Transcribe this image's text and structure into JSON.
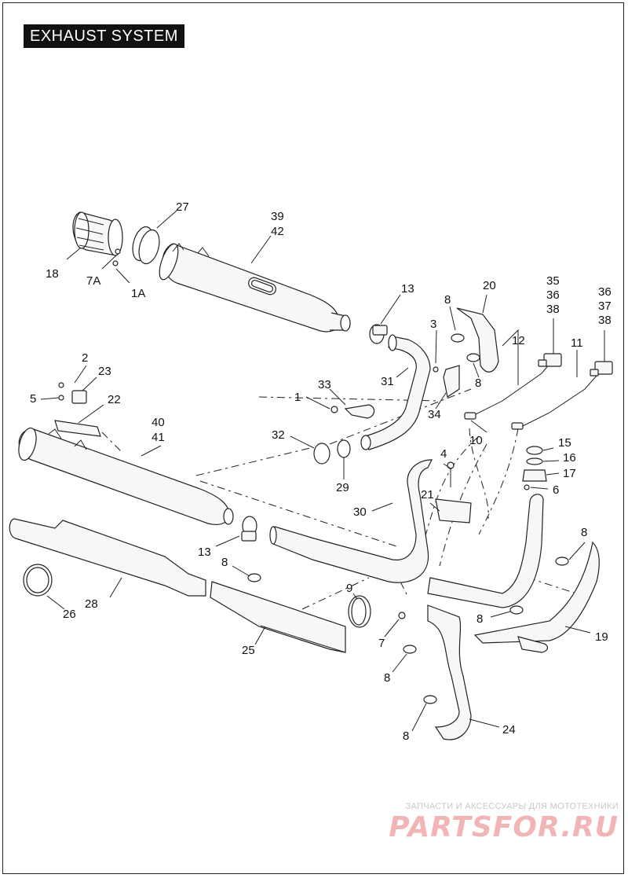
{
  "title": "EXHAUST SYSTEM",
  "labels": {
    "l1": "1",
    "l1a": "1A",
    "l2": "2",
    "l3": "3",
    "l4": "4",
    "l5": "5",
    "l6": "6",
    "l7": "7",
    "l7a": "7A",
    "l8a": "8",
    "l8b": "8",
    "l8c": "8",
    "l8d": "8",
    "l8e": "8",
    "l8f": "8",
    "l8g": "8",
    "l9": "9",
    "l10": "10",
    "l11": "11",
    "l12": "12",
    "l13a": "13",
    "l13b": "13",
    "l15": "15",
    "l16": "16",
    "l17": "17",
    "l18": "18",
    "l19": "19",
    "l20": "20",
    "l21": "21",
    "l22": "22",
    "l23": "23",
    "l24": "24",
    "l25": "25",
    "l26": "26",
    "l27": "27",
    "l28": "28",
    "l29": "29",
    "l30": "30",
    "l31": "31",
    "l32": "32",
    "l33": "33",
    "l34": "34",
    "l35": "35",
    "l36a": "36",
    "l38a": "38",
    "l36b": "36",
    "l37": "37",
    "l38b": "38",
    "l39": "39",
    "l42": "42",
    "l40": "40",
    "l41": "41"
  },
  "watermark": {
    "caption": "ЗАПЧАСТИ И АКСЕССУАРЫ ДЛЯ МОТОТЕХНИКИ",
    "logo": "PARTSFOR.RU"
  }
}
